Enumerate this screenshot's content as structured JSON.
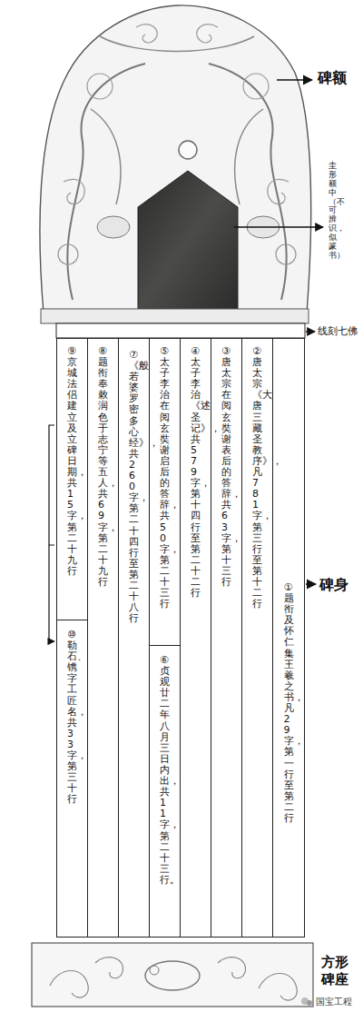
{
  "diagram": {
    "nodes": [
      {
        "text": [
          "①题衔及怀仁集王羲之书，凡29字，第一行至第二行"
        ]
      },
      {
        "text": [
          "②唐太宗《大唐三藏圣教序》，凡781字，第三行至第十二行"
        ]
      },
      {
        "text": [
          "③唐太宗在阅玄奘谢表后的答辞，共63字，第十三行"
        ]
      },
      {
        "text": [
          "④太子李治《述圣记》，共579字，第十四行至第二十二行"
        ]
      },
      {
        "text": [
          "⑤太子李治在阅玄奘谢启后的答辞，共50字，第二十三行"
        ]
      },
      {
        "text": [
          "⑥贞观廿二年八月三日内出，共11字，第二十三行。"
        ]
      },
      {
        "text": [
          "⑦《般若婆罗密多心经》，共260字，第二十四行至第二十八行"
        ]
      },
      {
        "text": [
          "⑧题衔奉敕润色于志宁等五人，共69字，第二十九行"
        ]
      },
      {
        "text": [
          "⑨京城法侣建立及立碑日期，共15字，第二十九行"
        ]
      },
      {
        "text": [
          "⑩勒石、镌字工匠名，共33字，第三十行"
        ]
      }
    ],
    "labels": [
      "碑额",
      "圭形额中（不可辨识，似篆书）",
      "线刻七佛",
      "碑身",
      "方形碑座",
      "国宝工程"
    ]
  }
}
